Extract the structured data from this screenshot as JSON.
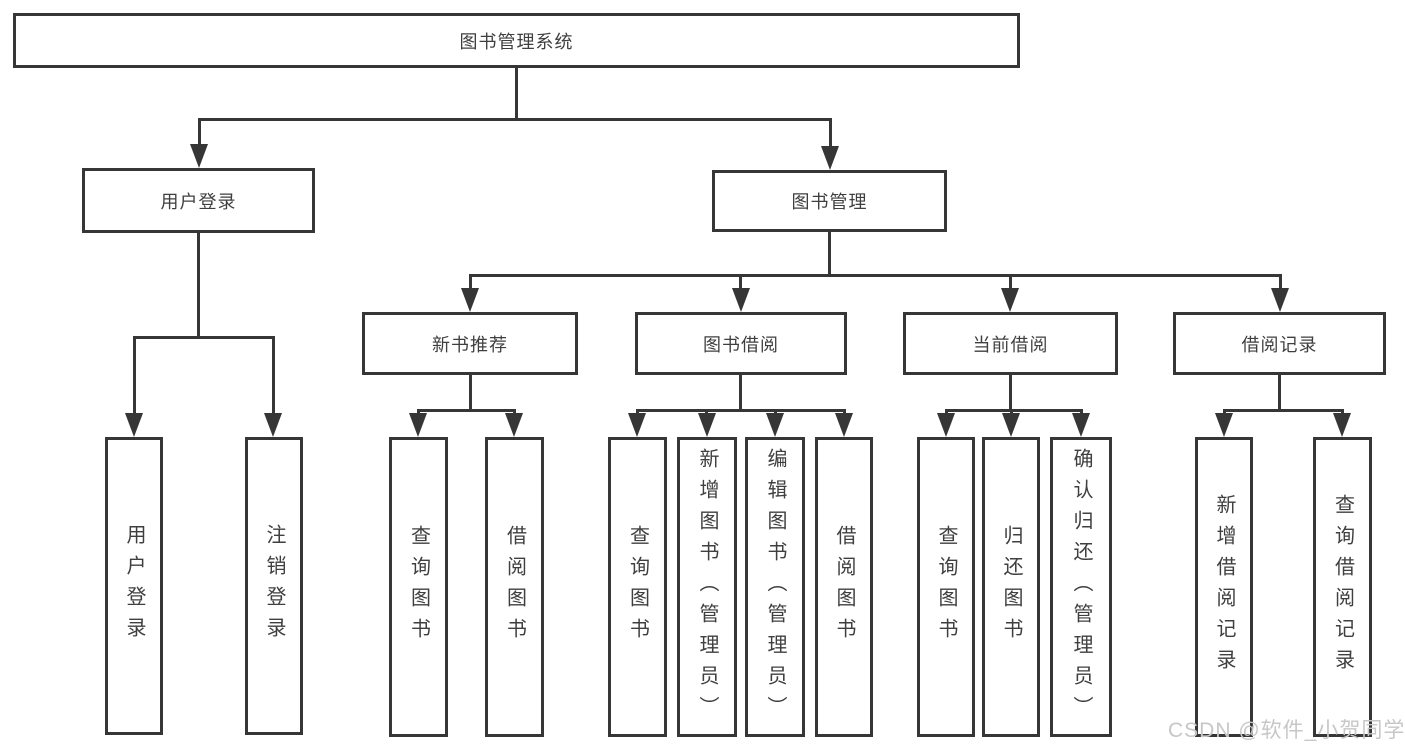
{
  "title": "图书管理系统",
  "watermark": "CSDN @软件_小贺同学",
  "colors": {
    "line": "#363636",
    "text": "#3f3f3f",
    "watermark": "#c7c7c7",
    "bg": "#ffffff"
  },
  "chart_type": "hierarchy-diagram",
  "tree": {
    "root": {
      "label": "图书管理系统"
    },
    "children": [
      {
        "label": "用户登录",
        "children": [
          {
            "label": "用户登录"
          },
          {
            "label": "注销登录"
          }
        ]
      },
      {
        "label": "图书管理",
        "children": [
          {
            "label": "新书推荐",
            "children": [
              {
                "label": "查询图书"
              },
              {
                "label": "借阅图书"
              }
            ]
          },
          {
            "label": "图书借阅",
            "children": [
              {
                "label": "查询图书"
              },
              {
                "label": "新增图书（管理员）"
              },
              {
                "label": "编辑图书（管理员）"
              },
              {
                "label": "借阅图书"
              }
            ]
          },
          {
            "label": "当前借阅",
            "children": [
              {
                "label": "查询图书"
              },
              {
                "label": "归还图书"
              },
              {
                "label": "确认归还（管理员）"
              }
            ]
          },
          {
            "label": "借阅记录",
            "children": [
              {
                "label": "新增借阅记录"
              },
              {
                "label": "查询借阅记录"
              }
            ]
          }
        ]
      }
    ]
  }
}
